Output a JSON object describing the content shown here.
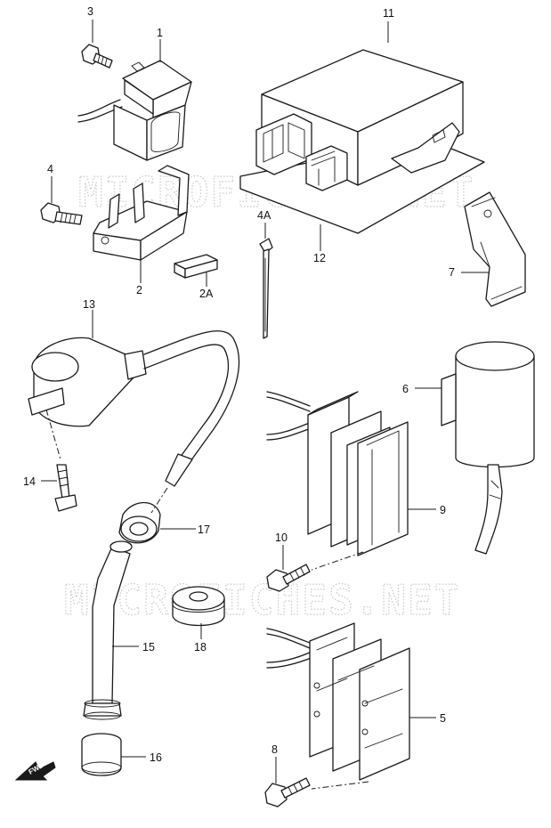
{
  "watermarks": [
    "MICROFICHES.NET",
    "MICROFICHES.NET"
  ],
  "fwd_label": "FWD",
  "callouts": {
    "p1": "1",
    "p2": "2",
    "p2A": "2A",
    "p3": "3",
    "p4": "4",
    "p4A": "4A",
    "p5": "5",
    "p6": "6",
    "p7": "7",
    "p8": "8",
    "p9": "9",
    "p10": "10",
    "p11": "11",
    "p12": "12",
    "p13": "13",
    "p14": "14",
    "p15": "15",
    "p16": "16",
    "p17": "17",
    "p18": "18"
  }
}
